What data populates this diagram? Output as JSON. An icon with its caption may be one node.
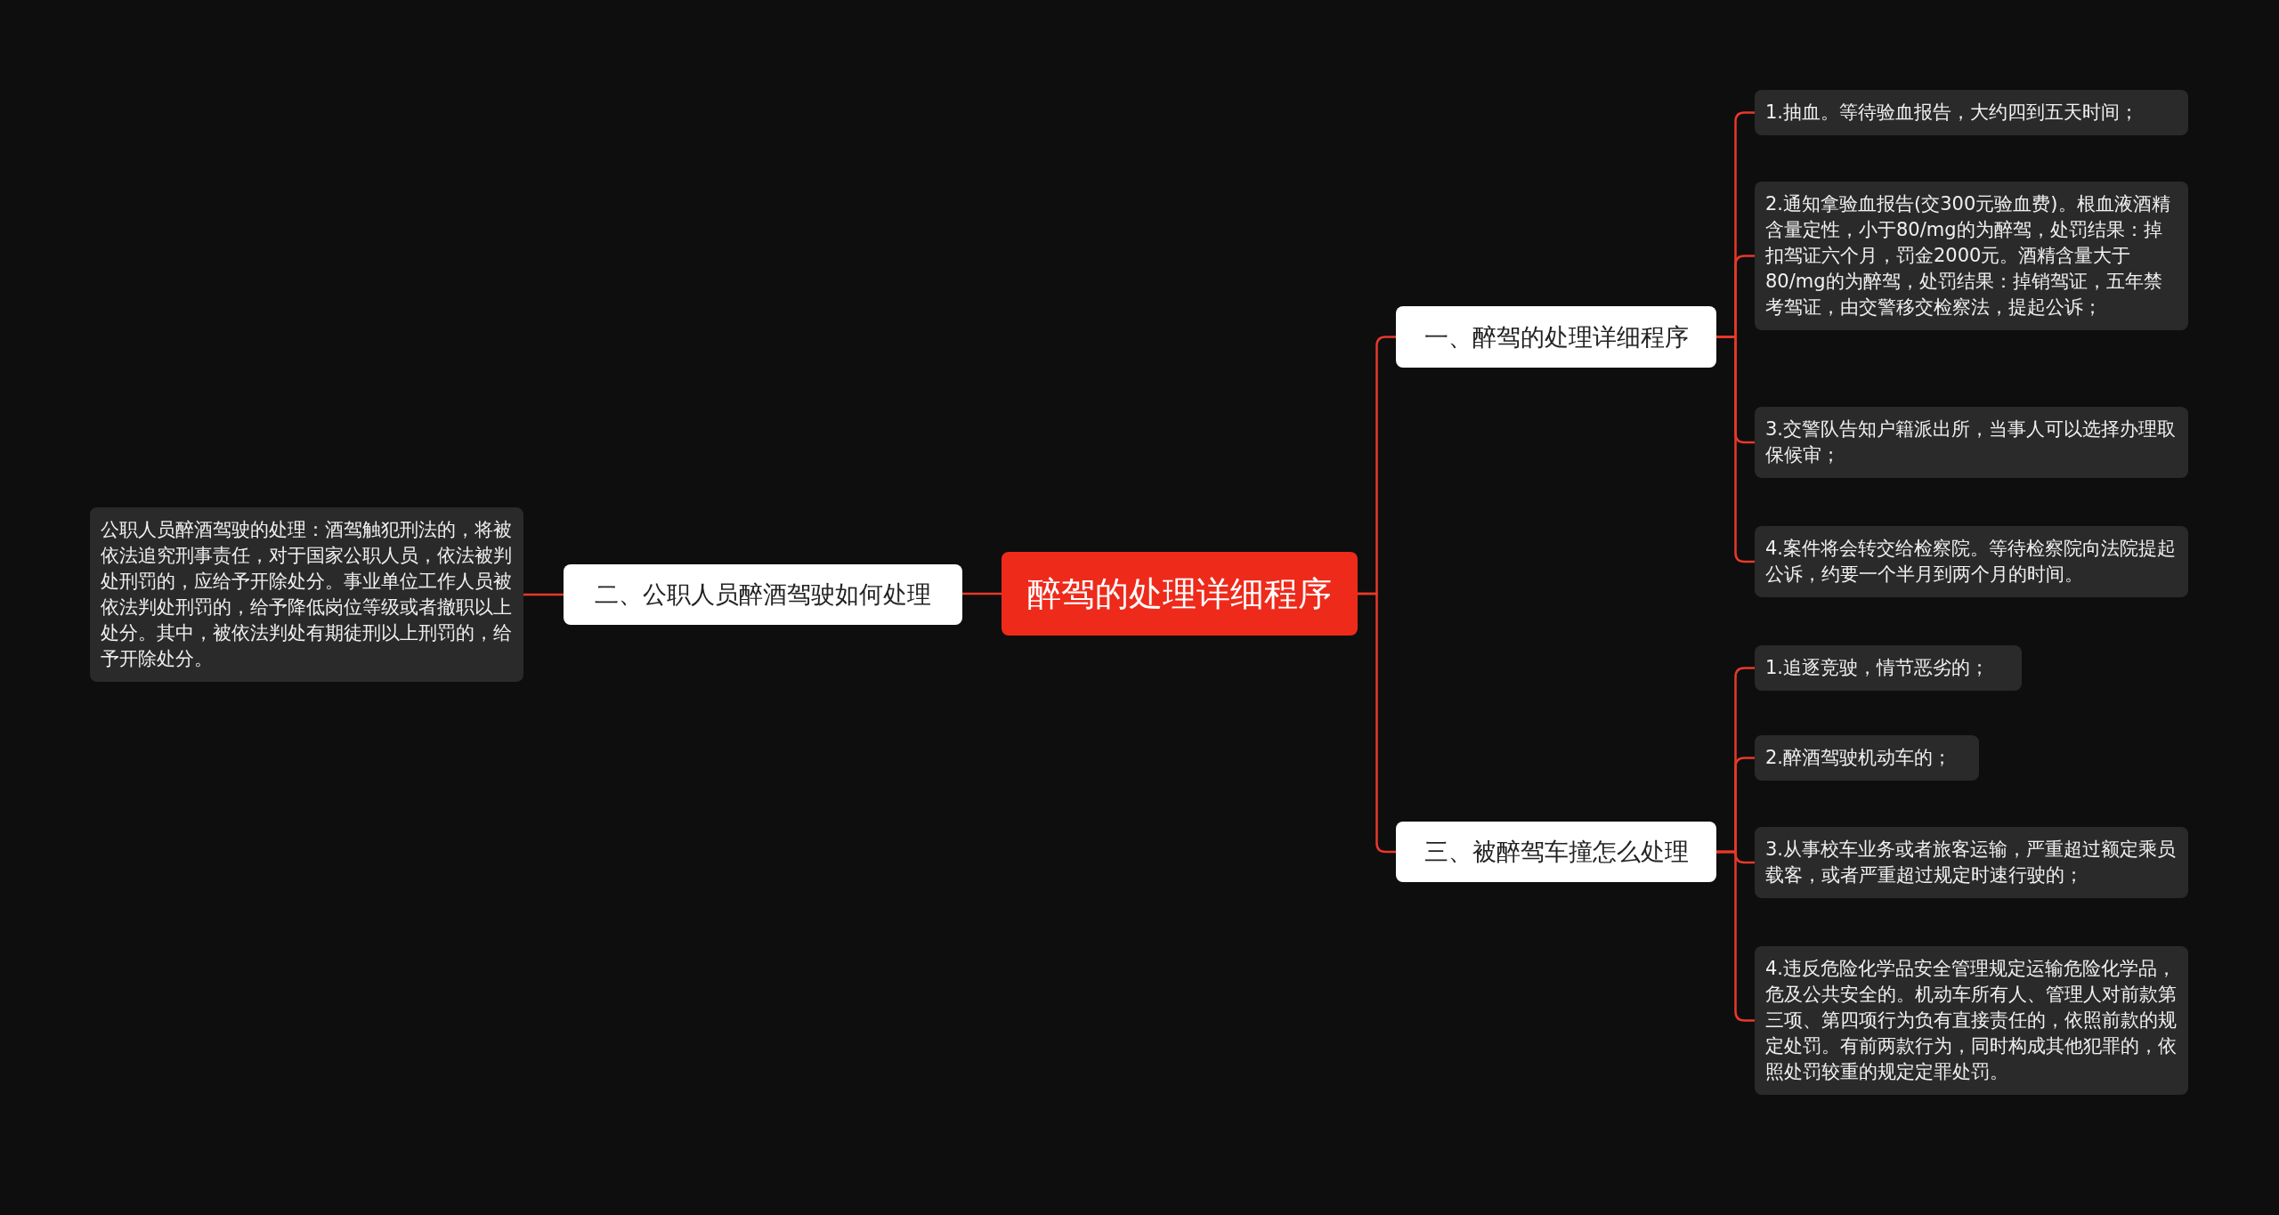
{
  "diagram": {
    "nodes": [
      {
        "text": [
          "醉驾的处理详细程序"
        ]
      },
      {
        "text": [
          "一、醉驾的处理详细程序"
        ]
      },
      {
        "text": [
          "1.抽血。等待验血报告，大约四到五天时间；"
        ]
      },
      {
        "text": [
          "2.通知拿验血报告(交300元验血费)。根血液酒精含量定性，小于80/mg的为醉驾，处罚结果：掉扣驾证六个月，罚金2000元。酒精含量大于80/mg的为醉驾，处罚结果：掉销驾证，五年禁考驾证，由交警移交检察法，提起公诉；"
        ]
      },
      {
        "text": [
          "3.交警队告知户籍派出所，当事人可以选择办理取保候审；"
        ]
      },
      {
        "text": [
          "4.案件将会转交给检察院。等待检察院向法院提起公诉，约要一个半月到两个月的时间。"
        ]
      },
      {
        "text": [
          "二、公职人员醉酒驾驶如何处理"
        ]
      },
      {
        "text": [
          "公职人员醉酒驾驶的处理：酒驾触犯刑法的，将被依法追究刑事责任，对于国家公职人员，依法被判处刑罚的，应给予开除处分。事业单位工作人员被依法判处刑罚的，给予降低岗位等级或者撤职以上处分。其中，被依法判处有期徒刑以上刑罚的，给予开除处分。"
        ]
      },
      {
        "text": [
          "三、被醉驾车撞怎么处理"
        ]
      },
      {
        "text": [
          "1.追逐竞驶，情节恶劣的；"
        ]
      },
      {
        "text": [
          "2.醉酒驾驶机动车的；"
        ]
      },
      {
        "text": [
          "3.从事校车业务或者旅客运输，严重超过额定乘员载客，或者严重超过规定时速行驶的；"
        ]
      },
      {
        "text": [
          "4.违反危险化学品安全管理规定运输危险化学品，危及公共安全的。机动车所有人、管理人对前款第三项、第四项行为负有直接责任的，依照前款的规定处罚。有前两款行为，同时构成其他犯罪的，依照处罚较重的规定定罪处罚。"
        ]
      }
    ],
    "edges": [
      {
        "from": 0,
        "to": 1,
        "arrow": "none"
      },
      {
        "from": 1,
        "to": 2,
        "arrow": "none"
      },
      {
        "from": 1,
        "to": 3,
        "arrow": "none"
      },
      {
        "from": 1,
        "to": 4,
        "arrow": "none"
      },
      {
        "from": 1,
        "to": 5,
        "arrow": "none"
      },
      {
        "from": 0,
        "to": 6,
        "arrow": "none"
      },
      {
        "from": 6,
        "to": 7,
        "arrow": "none"
      },
      {
        "from": 0,
        "to": 8,
        "arrow": "none"
      },
      {
        "from": 8,
        "to": 9,
        "arrow": "none"
      },
      {
        "from": 8,
        "to": 10,
        "arrow": "none"
      },
      {
        "from": 8,
        "to": 11,
        "arrow": "none"
      },
      {
        "from": 8,
        "to": 12,
        "arrow": "none"
      }
    ]
  }
}
